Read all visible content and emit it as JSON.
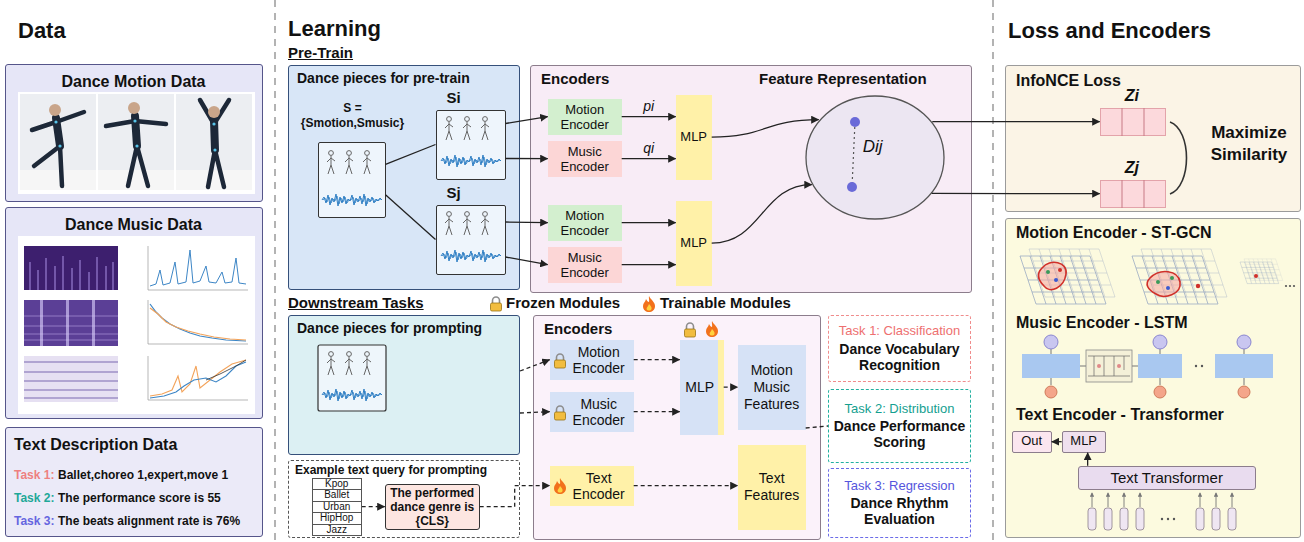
{
  "diagram": {
    "nodes": [
      {
        "text": [
          "Dance Motion Data"
        ]
      },
      {
        "text": [
          "Dance Music Data"
        ]
      },
      {
        "text": [
          "Text Description Data",
          "Task 1:",
          "Ballet,choreo 1,expert,move 1",
          "Task 2:",
          "The performance score is 55",
          "Task 3:",
          "The beats alignment rate is 76%"
        ]
      },
      {
        "text": [
          "Dance pieces for pre-train"
        ]
      },
      {
        "text": [
          "S = {Smotion,Smusic}"
        ],
        "in": 3
      },
      {
        "text": [
          "Si"
        ],
        "in": 3
      },
      {
        "text": [
          "Sj"
        ],
        "in": 3
      },
      {
        "text": [
          "Encoders",
          "Feature Representation"
        ]
      },
      {
        "text": [
          "Motion Encoder"
        ],
        "in": 7
      },
      {
        "text": [
          "Music Encoder"
        ],
        "in": 7
      },
      {
        "text": [
          "MLP"
        ],
        "in": 7
      },
      {
        "text": [
          "Motion Encoder"
        ],
        "in": 7
      },
      {
        "text": [
          "Music Encoder"
        ],
        "in": 7
      },
      {
        "text": [
          "MLP"
        ],
        "in": 7
      },
      {
        "text": [
          "Dij"
        ],
        "in": 7
      },
      {
        "text": [
          "Dance pieces for prompting"
        ]
      },
      {
        "text": [
          "Example text query for prompting"
        ]
      },
      {
        "text": [
          "Kpop",
          "Ballet",
          "Urban",
          "HipHop",
          "Jazz"
        ],
        "in": 16
      },
      {
        "text": [
          "The performed dance genre is {CLS}"
        ],
        "in": 16
      },
      {
        "text": [
          "Encoders"
        ]
      },
      {
        "text": [
          "Motion Encoder"
        ],
        "in": 19
      },
      {
        "text": [
          "Music Encoder"
        ],
        "in": 19
      },
      {
        "text": [
          "MLP"
        ],
        "in": 19
      },
      {
        "text": [
          "Motion Music Features"
        ],
        "in": 19
      },
      {
        "text": [
          "Text Encoder"
        ],
        "in": 19
      },
      {
        "text": [
          "Text Features"
        ],
        "in": 19
      },
      {
        "text": [
          "Task 1: Classification",
          "Dance Vocabulary Recognition"
        ]
      },
      {
        "text": [
          "Task 2: Distribution",
          "Dance Performance Scoring"
        ]
      },
      {
        "text": [
          "Task 3: Regression",
          "Dance Rhythm Evaluation"
        ]
      },
      {
        "text": [
          "InfoNCE Loss",
          "Maximize Similarity"
        ]
      },
      {
        "text": [
          "Zi"
        ],
        "in": 29
      },
      {
        "text": [
          "Zj"
        ],
        "in": 29
      },
      {
        "text": [
          "Motion Encoder - ST-GCN",
          "Music Encoder - LSTM",
          "Text Encoder - Transformer"
        ]
      },
      {
        "text": [
          "Out"
        ],
        "in": 32
      },
      {
        "text": [
          "MLP"
        ],
        "in": 32
      },
      {
        "text": [
          "Text Transformer"
        ],
        "in": 32
      }
    ],
    "edges": [
      {
        "from": 4,
        "to": 5,
        "arrow": "none"
      },
      {
        "from": 4,
        "to": 6,
        "arrow": "none"
      },
      {
        "from": 5,
        "to": 8,
        "arrow": "to"
      },
      {
        "from": 5,
        "to": 9,
        "arrow": "to"
      },
      {
        "from": 6,
        "to": 11,
        "arrow": "to"
      },
      {
        "from": 6,
        "to": 12,
        "arrow": "to"
      },
      {
        "from": 8,
        "to": 10,
        "label": "pi",
        "arrow": "to"
      },
      {
        "from": 9,
        "to": 10,
        "label": "qi",
        "arrow": "to"
      },
      {
        "from": 11,
        "to": 13,
        "arrow": "to"
      },
      {
        "from": 12,
        "to": 13,
        "arrow": "to"
      },
      {
        "from": 10,
        "to": 14,
        "arrow": "to"
      },
      {
        "from": 13,
        "to": 14,
        "arrow": "to"
      },
      {
        "from": 14,
        "to": 30,
        "arrow": "to"
      },
      {
        "from": 14,
        "to": 31,
        "arrow": "to"
      },
      {
        "from": 15,
        "to": 20,
        "arrow": "to"
      },
      {
        "from": 15,
        "to": 21,
        "arrow": "to"
      },
      {
        "from": 17,
        "to": 18,
        "arrow": "to"
      },
      {
        "from": 18,
        "to": 24,
        "arrow": "to"
      },
      {
        "from": 20,
        "to": 22,
        "arrow": "to"
      },
      {
        "from": 21,
        "to": 22,
        "arrow": "to"
      },
      {
        "from": 22,
        "to": 23,
        "arrow": "to"
      },
      {
        "from": 24,
        "to": 25,
        "arrow": "to"
      },
      {
        "from": 23,
        "to": 27,
        "arrow": "none"
      },
      {
        "from": 35,
        "to": 34,
        "arrow": "to"
      },
      {
        "from": 34,
        "to": 33,
        "arrow": "to"
      }
    ],
    "labels": [
      "Data",
      "Learning",
      "Pre-Train",
      "Downstream Tasks",
      "Frozen Modules",
      "Trainable Modules",
      "Loss and Encoders"
    ]
  }
}
